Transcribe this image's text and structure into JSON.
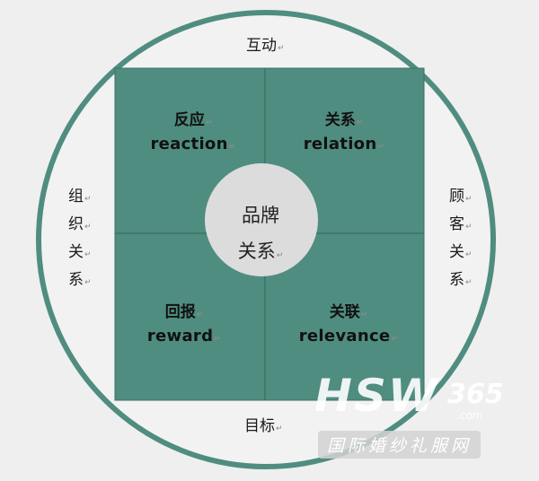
{
  "colors": {
    "background": "#efefef",
    "teal": "#4f8d80",
    "center_ellipse": "#dcdcdc"
  },
  "outer": {
    "top": "互动",
    "bottom": "目标",
    "left": [
      "组",
      "织",
      "关",
      "系"
    ],
    "right": [
      "顾",
      "客",
      "关",
      "系"
    ]
  },
  "quadrants": {
    "top_left": {
      "zh": "反应",
      "en": "reaction"
    },
    "top_right": {
      "zh": "关系",
      "en": "relation"
    },
    "bottom_left": {
      "zh": "回报",
      "en": "reward"
    },
    "bottom_right": {
      "zh": "关联",
      "en": "relevance"
    }
  },
  "center": {
    "line1": "品牌",
    "line2": "关系"
  },
  "watermark": {
    "logo": "HSW",
    "number": "365",
    "dotcom": ".com",
    "subtitle": "国际婚纱礼服网"
  }
}
